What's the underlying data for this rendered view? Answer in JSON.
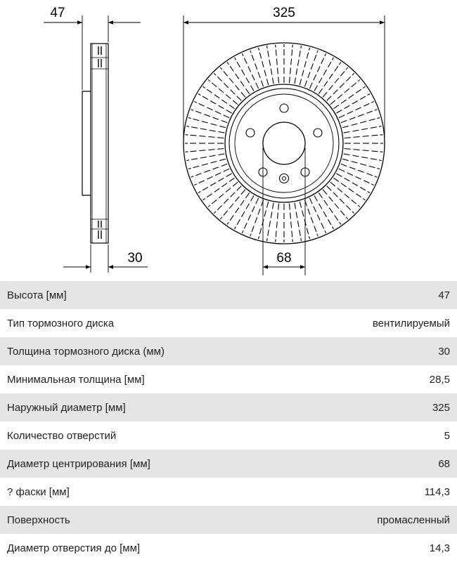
{
  "drawing": {
    "dim_height": "47",
    "dim_thickness": "30",
    "dim_outer_diameter": "325",
    "dim_center_bore": "68"
  },
  "specs": {
    "rows": [
      {
        "label": "Высота [мм]",
        "value": "47"
      },
      {
        "label": "Тип тормозного диска",
        "value": "вентилируемый"
      },
      {
        "label": "Толщина тормозного диска (мм)",
        "value": "30"
      },
      {
        "label": "Минимальная толщина [мм]",
        "value": "28,5"
      },
      {
        "label": "Наружный диаметр [мм]",
        "value": "325"
      },
      {
        "label": "Количество отверстий",
        "value": "5"
      },
      {
        "label": "Диаметр центрирования [мм]",
        "value": "68"
      },
      {
        "label": "? фаски [мм]",
        "value": "114,3"
      },
      {
        "label": "Поверхность",
        "value": "промасленный"
      },
      {
        "label": "Диаметр отверстия до [мм]",
        "value": "14,3"
      }
    ]
  }
}
